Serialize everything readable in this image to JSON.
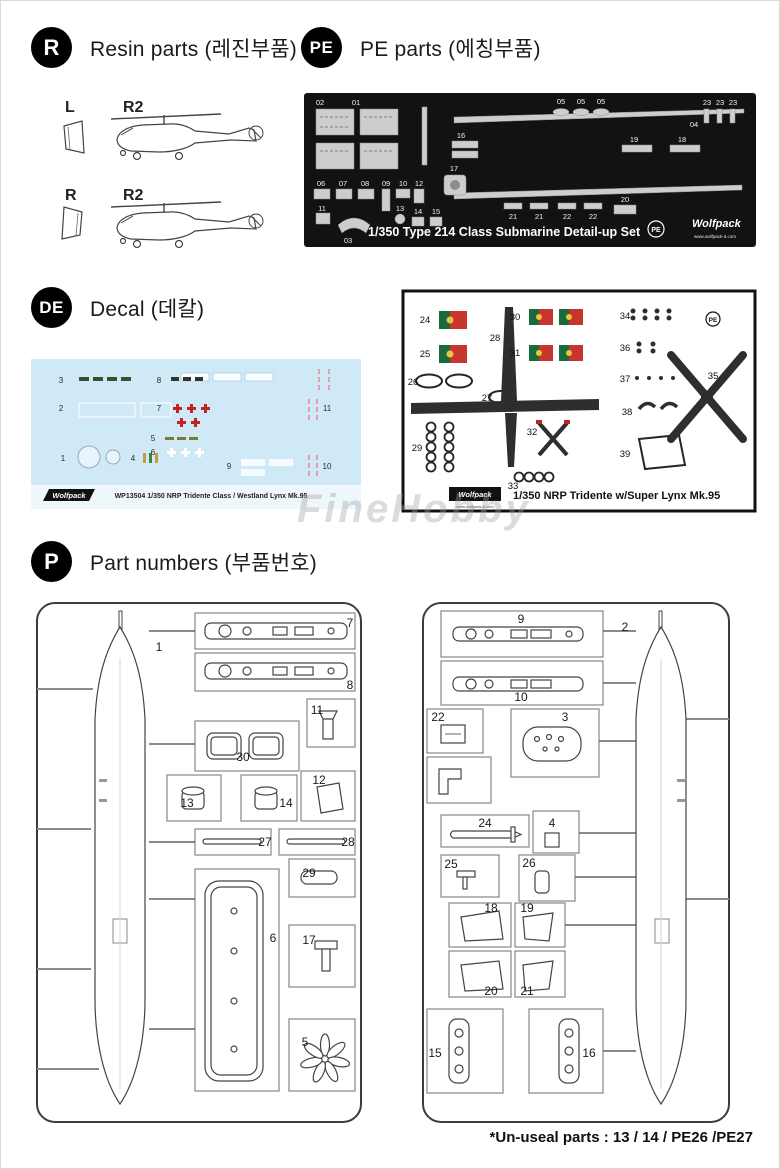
{
  "watermark": "FineHobby",
  "sections": {
    "resin": {
      "badge": "R",
      "title": "Resin parts (레진부품)"
    },
    "pe": {
      "badge": "PE",
      "title": "PE parts (에칭부품)"
    },
    "decal": {
      "badge": "DE",
      "title": "Decal (데칼)"
    },
    "parts": {
      "badge": "P",
      "title": "Part numbers (부품번호)"
    }
  },
  "resin": {
    "left_pos": "L",
    "left_part": "R2",
    "right_pos": "R",
    "right_part": "R2"
  },
  "fret1": {
    "caption": "1/350  Type 214 Class Submarine  Detail-up Set",
    "brand": "Wolfpack",
    "brand_url": "www.wolfpack-d.com",
    "pe_badge": "PE",
    "nums": {
      "n01": "01",
      "n02": "02",
      "n03": "03",
      "n04": "04",
      "n05a": "05",
      "n05b": "05",
      "n05c": "05",
      "n06": "06",
      "n07": "07",
      "n08": "08",
      "n09": "09",
      "n10": "10",
      "n11": "11",
      "n12": "12",
      "n13": "13",
      "n14": "14",
      "n15": "15",
      "n16": "16",
      "n17": "17",
      "n18": "18",
      "n19": "19",
      "n20": "20",
      "n21a": "21",
      "n21b": "21",
      "n22a": "22",
      "n22b": "22",
      "n23a": "23",
      "n23b": "23",
      "n23c": "23"
    }
  },
  "decal": {
    "code": "WP13504 1/350 NRP Tridente Class / Westland Lynx Mk.95",
    "brand": "Wolfpack",
    "nums": {
      "n1": "1",
      "n2": "2",
      "n3": "3",
      "n4": "4",
      "n5": "5",
      "n6": "6",
      "n7": "7",
      "n8": "8",
      "n9": "9",
      "n10": "10",
      "n11": "11"
    }
  },
  "fret2": {
    "caption": "1/350 NRP Tridente w/Super Lynx Mk.95",
    "brand": "Wolfpack",
    "brand_url": "www.wolfpack-d.com",
    "pe_badge": "PE",
    "nums": {
      "n24": "24",
      "n25": "25",
      "n26": "26",
      "n27": "27",
      "n28": "28",
      "n29": "29",
      "n30": "30",
      "n31": "31",
      "n32": "32",
      "n33": "33",
      "n34": "34",
      "n35": "35",
      "n36": "36",
      "n37": "37",
      "n38": "38",
      "n39": "39"
    }
  },
  "sprue_a": {
    "nums": {
      "n1": "1",
      "n5": "5",
      "n6": "6",
      "n7": "7",
      "n8": "8",
      "n11": "11",
      "n12": "12",
      "n13": "13",
      "n14": "14",
      "n17": "17",
      "n27": "27",
      "n28": "28",
      "n29": "29",
      "n30": "30"
    }
  },
  "sprue_b": {
    "nums": {
      "n2": "2",
      "n3": "3",
      "n4": "4",
      "n9": "9",
      "n10": "10",
      "n15": "15",
      "n16": "16",
      "n18": "18",
      "n19": "19",
      "n20": "20",
      "n21": "21",
      "n22": "22",
      "n24": "24",
      "n25": "25",
      "n26": "26"
    }
  },
  "footer": {
    "note": "*Un-useal parts : 13 / 14 / PE26 /PE27"
  }
}
